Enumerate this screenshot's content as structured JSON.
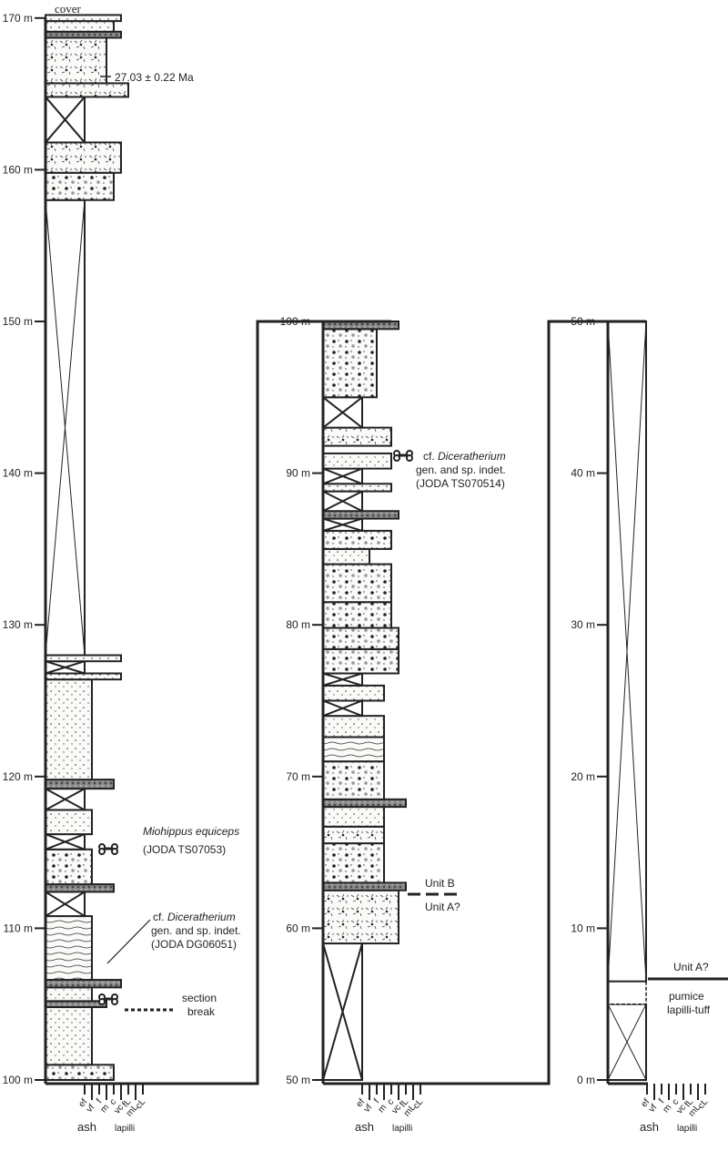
{
  "grain_sizes": [
    "ef",
    "vf",
    "f",
    "m",
    "c",
    "vc",
    "fL",
    "mL",
    "cL"
  ],
  "grain_groups": {
    "ash": "ash",
    "lapilli": "lapilli"
  },
  "columns": [
    {
      "id": "col1",
      "base_m": 100,
      "top_m": 170,
      "tick_labels": [
        "100 m",
        "110 m",
        "120 m",
        "130 m",
        "140 m",
        "150 m",
        "160 m",
        "170 m"
      ],
      "top_label": "cover",
      "beds": [
        {
          "b": 100,
          "t": 101,
          "g": 4,
          "lith": "conglomerate"
        },
        {
          "b": 101,
          "t": 104.8,
          "g": 1,
          "lith": "sandstone"
        },
        {
          "b": 104.8,
          "t": 105.2,
          "g": 3,
          "lith": "gray"
        },
        {
          "b": 105.2,
          "t": 106.1,
          "g": 1,
          "lith": "sandstone"
        },
        {
          "b": 106.1,
          "t": 106.6,
          "g": 5,
          "lith": "gray"
        },
        {
          "b": 106.6,
          "t": 110.8,
          "g": 1,
          "lith": "laminated"
        },
        {
          "b": 110.8,
          "t": 112.4,
          "g": 0,
          "lith": "cover"
        },
        {
          "b": 112.4,
          "t": 112.9,
          "g": 4,
          "lith": "gray"
        },
        {
          "b": 112.9,
          "t": 115.2,
          "g": 1,
          "lith": "conglomerate"
        },
        {
          "b": 115.2,
          "t": 116.2,
          "g": 0,
          "lith": "cover"
        },
        {
          "b": 116.2,
          "t": 117.8,
          "g": 1,
          "lith": "sandstone"
        },
        {
          "b": 117.8,
          "t": 119.2,
          "g": 0,
          "lith": "cover"
        },
        {
          "b": 119.2,
          "t": 119.8,
          "g": 4,
          "lith": "gray"
        },
        {
          "b": 119.8,
          "t": 126.4,
          "g": 1,
          "lith": "sandstone"
        },
        {
          "b": 126.4,
          "t": 126.8,
          "g": 5,
          "lith": "sandstone"
        },
        {
          "b": 126.8,
          "t": 127.6,
          "g": 0,
          "lith": "cover"
        },
        {
          "b": 127.6,
          "t": 128,
          "g": 5,
          "lith": "sandstone"
        },
        {
          "b": 128,
          "t": 158,
          "g": 0,
          "lith": "cover"
        },
        {
          "b": 158,
          "t": 159.8,
          "g": 4,
          "lith": "conglomerate"
        },
        {
          "b": 159.8,
          "t": 161.8,
          "g": 5,
          "lith": "tuff"
        },
        {
          "b": 161.8,
          "t": 164.8,
          "g": 0,
          "lith": "cover"
        },
        {
          "b": 164.8,
          "t": 165.7,
          "g": 6,
          "lith": "tuff"
        },
        {
          "b": 165.7,
          "t": 168.7,
          "g": 3,
          "lith": "tuff"
        },
        {
          "b": 168.7,
          "t": 169.1,
          "g": 5,
          "lith": "gray"
        },
        {
          "b": 169.1,
          "t": 169.8,
          "g": 4,
          "lith": "sandstone"
        },
        {
          "b": 169.8,
          "t": 170.2,
          "g": 5,
          "lith": "sandstone"
        }
      ]
    },
    {
      "id": "col2",
      "base_m": 50,
      "top_m": 100,
      "tick_labels": [
        "50 m",
        "60 m",
        "70 m",
        "80 m",
        "90 m",
        "100 m"
      ],
      "beds": [
        {
          "b": 50,
          "t": 59,
          "g": 0,
          "lith": "cover"
        },
        {
          "b": 59,
          "t": 62.5,
          "g": 5,
          "lith": "tuff"
        },
        {
          "b": 62.5,
          "t": 63,
          "g": 6,
          "lith": "gray"
        },
        {
          "b": 63,
          "t": 65.6,
          "g": 3,
          "lith": "conglomerate"
        },
        {
          "b": 65.6,
          "t": 66.7,
          "g": 3,
          "lith": "tuff"
        },
        {
          "b": 66.7,
          "t": 68,
          "g": 3,
          "lith": "sandstone"
        },
        {
          "b": 68,
          "t": 68.5,
          "g": 6,
          "lith": "gray"
        },
        {
          "b": 68.5,
          "t": 71,
          "g": 3,
          "lith": "conglomerate"
        },
        {
          "b": 71,
          "t": 72.6,
          "g": 3,
          "lith": "laminated"
        },
        {
          "b": 72.6,
          "t": 74,
          "g": 3,
          "lith": "sandstone"
        },
        {
          "b": 74,
          "t": 75,
          "g": 0,
          "lith": "cover"
        },
        {
          "b": 75,
          "t": 76,
          "g": 3,
          "lith": "sandstone"
        },
        {
          "b": 76,
          "t": 76.8,
          "g": 0,
          "lith": "cover"
        },
        {
          "b": 76.8,
          "t": 78.4,
          "g": 5,
          "lith": "conglomerate"
        },
        {
          "b": 78.4,
          "t": 79.8,
          "g": 5,
          "lith": "conglomerate"
        },
        {
          "b": 79.8,
          "t": 81.5,
          "g": 4,
          "lith": "conglomerate"
        },
        {
          "b": 81.5,
          "t": 84,
          "g": 4,
          "lith": "conglomerate"
        },
        {
          "b": 84,
          "t": 85,
          "g": 1,
          "lith": "sandstone"
        },
        {
          "b": 85,
          "t": 86.2,
          "g": 4,
          "lith": "conglomerate"
        },
        {
          "b": 86.2,
          "t": 87,
          "g": 0,
          "lith": "cover"
        },
        {
          "b": 87,
          "t": 87.5,
          "g": 5,
          "lith": "gray"
        },
        {
          "b": 87.5,
          "t": 88.8,
          "g": 0,
          "lith": "cover"
        },
        {
          "b": 88.8,
          "t": 89.3,
          "g": 4,
          "lith": "sandstone"
        },
        {
          "b": 89.3,
          "t": 90.3,
          "g": 0,
          "lith": "cover"
        },
        {
          "b": 90.3,
          "t": 91.3,
          "g": 4,
          "lith": "sandstone"
        },
        {
          "b": 91.8,
          "t": 93,
          "g": 4,
          "lith": "tuff"
        },
        {
          "b": 93,
          "t": 95,
          "g": 0,
          "lith": "cover"
        },
        {
          "b": 95,
          "t": 99.5,
          "g": 2,
          "lith": "conglomerate"
        },
        {
          "b": 99.5,
          "t": 100,
          "g": 5,
          "lith": "gray"
        }
      ]
    },
    {
      "id": "col3",
      "base_m": 0,
      "top_m": 50,
      "tick_labels": [
        "0 m",
        "10 m",
        "20 m",
        "30 m",
        "40 m",
        "50 m"
      ],
      "beds": [
        {
          "b": 0,
          "t": 5,
          "g": 8,
          "lith": "cover"
        },
        {
          "b": 5,
          "t": 6.5,
          "g": 8,
          "lith": "pumice"
        },
        {
          "b": 6.5,
          "t": 50,
          "g": 8,
          "lith": "cover"
        }
      ]
    }
  ],
  "annotations": {
    "age": "27.03 ± 0.22 Ma",
    "miohippus_taxon": "Miohippus equiceps",
    "miohippus_specimen": "(JODA TS07053)",
    "dicer1_cf": "cf.",
    "dicer1_taxon": "Diceratherium",
    "dicer1_line2": "gen. and sp. indet.",
    "dicer1_specimen": "(JODA DG06051)",
    "section_break_1": "section",
    "section_break_2": "break",
    "dicer2_cf": "cf.",
    "dicer2_taxon": "Diceratherium",
    "dicer2_line2": "gen. and sp. indet.",
    "dicer2_specimen": "(JODA TS070514)",
    "unit_b": "Unit B",
    "unit_a_col2": "Unit A?",
    "unit_a_col3": "Unit A?",
    "pumice_1": "pumice",
    "pumice_2": "lapilli-tuff"
  },
  "colors": {
    "ink": "#222222",
    "gray_band": "#8a8a8a",
    "fill": "#f7f7f5"
  }
}
